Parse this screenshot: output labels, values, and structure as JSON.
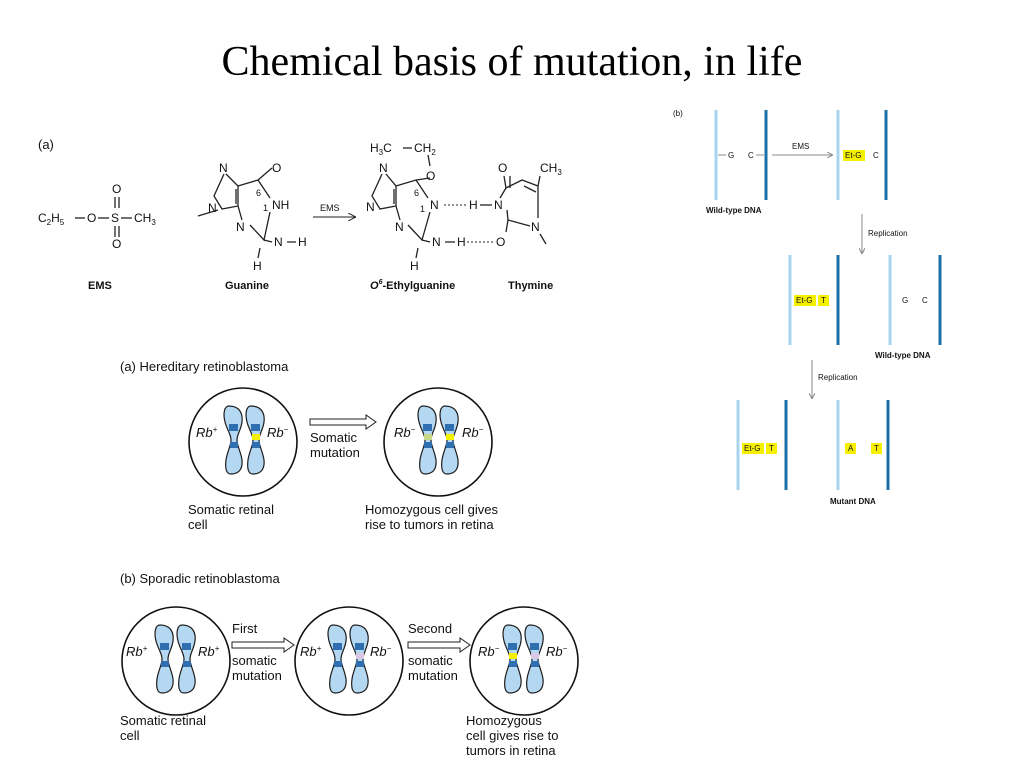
{
  "title": "Chemical basis of mutation, in life",
  "panel_a": {
    "label": "(a)",
    "ems": {
      "c2h5": "C",
      "c2h5_sub1": "2",
      "c2h5_h": "H",
      "c2h5_sub2": "5",
      "o_link": "O",
      "s": "S",
      "ch3": "CH",
      "ch3_sub": "3",
      "o_top": "O",
      "o_bottom": "O",
      "label": "EMS"
    },
    "guanine": {
      "n_top": "N",
      "o": "O",
      "num6": "6",
      "num1": "1",
      "nh": "NH",
      "n_left": "N",
      "n_bottom": "N",
      "n_amine": "N",
      "h_right": "H",
      "h_bottom": "H",
      "label": "Guanine"
    },
    "reaction_label": "EMS",
    "ethylguanine": {
      "h3c": "H",
      "h3c_sub": "3",
      "h3c_c": "C",
      "ch2": "CH",
      "ch2_sub": "2",
      "o": "O",
      "n_top": "N",
      "num6": "6",
      "num1": "1",
      "n1": "N",
      "n_left": "N",
      "n_bottom": "N",
      "n_amine": "N",
      "h_hb": "H",
      "h_bottom": "H",
      "label_o": "O",
      "label_sup": "6",
      "label_rest": "-Ethylguanine"
    },
    "thymine": {
      "o_top": "O",
      "ch3": "CH",
      "ch3_sub": "3",
      "n_hb": "N",
      "n_bottom": "N",
      "o_bottom": "O",
      "label": "Thymine"
    }
  },
  "panel_b": {
    "label": "(b)",
    "ems_label": "EMS",
    "replication_1": "Replication",
    "replication_2": "Replication",
    "wild_type_1": "Wild-type DNA",
    "wild_type_2": "Wild-type DNA",
    "mutant": "Mutant DNA",
    "bases": {
      "g": "G",
      "c": "C",
      "etg": "Et-G",
      "t": "T",
      "a": "A"
    }
  },
  "hereditary": {
    "title": "(a)  Hereditary retinoblastoma",
    "rb": "Rb",
    "plus": "+",
    "minus": "−",
    "arrow_line1": "Somatic",
    "arrow_line2": "mutation",
    "cell_label_1": "Somatic retinal",
    "cell_label_2": "cell",
    "result_line1": "Homozygous cell gives",
    "result_line2": "rise to tumors in retina"
  },
  "sporadic": {
    "title": "(b)  Sporadic retinoblastoma",
    "rb": "Rb",
    "plus": "+",
    "minus": "−",
    "first": "First",
    "second": "Second",
    "somatic": "somatic",
    "mutation": "mutation",
    "cell_label_1": "Somatic retinal",
    "cell_label_2": "cell",
    "result_line1": "Homozygous",
    "result_line2": "cell gives rise to",
    "result_line3": "tumors in retina"
  },
  "colors": {
    "highlight": "#f5f000",
    "chromosome": "#b5d8f2",
    "band": "#2f6fb0",
    "strand_dark": "#1d6fa8",
    "strand_light": "#a9d4ee"
  }
}
